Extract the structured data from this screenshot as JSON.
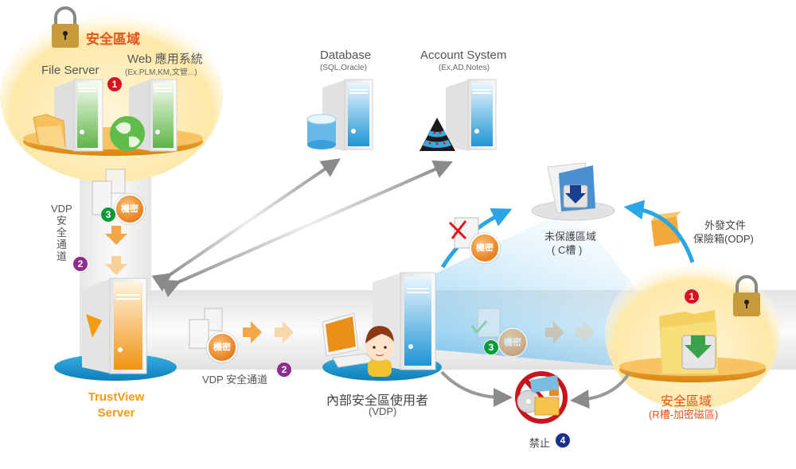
{
  "title": "TrustView VDP 架構圖",
  "colors": {
    "secure_zone": "#e8501c",
    "trustview": "#f39c12",
    "badge_1": "#d7141a",
    "badge_2": "#8e2c8f",
    "badge_3": "#0a9a3a",
    "badge_4": "#1b2f8a",
    "blue_beam": "#4fb3ea",
    "gray_arrow": "#8a8a8a"
  },
  "top_secure_zone": {
    "title": "安全區域",
    "badge": "1",
    "lock_icon": "padlock-icon",
    "file_server": {
      "label": "File Server",
      "icon": "folder-icon"
    },
    "web_system": {
      "label": "Web 應用系統",
      "sub": "(Ex.PLM,KM,文管...)",
      "icon": "globe-icon"
    }
  },
  "database": {
    "label": "Database",
    "sub": "(SQL,Oracle)",
    "icon": "database-cylinder-icon"
  },
  "account_system": {
    "label": "Account System",
    "sub": "(Ex,AD,Notes)",
    "icon": "directory-pyramid-icon"
  },
  "vertical_channel": {
    "label_line1": "VDP",
    "label_chars": [
      "安",
      "全",
      "通",
      "道"
    ],
    "badge": "2",
    "doc_badge": "3",
    "conf_label": "機密"
  },
  "trustview_server": {
    "line1": "TrustView",
    "line2": "Server"
  },
  "horizontal_channel": {
    "label": "VDP 安全通道",
    "badge": "2",
    "conf_label": "機密"
  },
  "internal_user": {
    "label": "內部安全區使用者",
    "sub": "(VDP)"
  },
  "unprotected_zone": {
    "label": "未保護區域",
    "sub": "( C槽 )",
    "conf_label": "機密"
  },
  "odp": {
    "line1": "外發文件",
    "line2": "保險箱(ODP)"
  },
  "right_secure_zone": {
    "title": "安全區域",
    "sub": "(R槽-加密磁區)",
    "badge": "1",
    "doc_badge": "3",
    "conf_label": "機密"
  },
  "forbidden": {
    "label": "禁止",
    "badge": "4"
  }
}
